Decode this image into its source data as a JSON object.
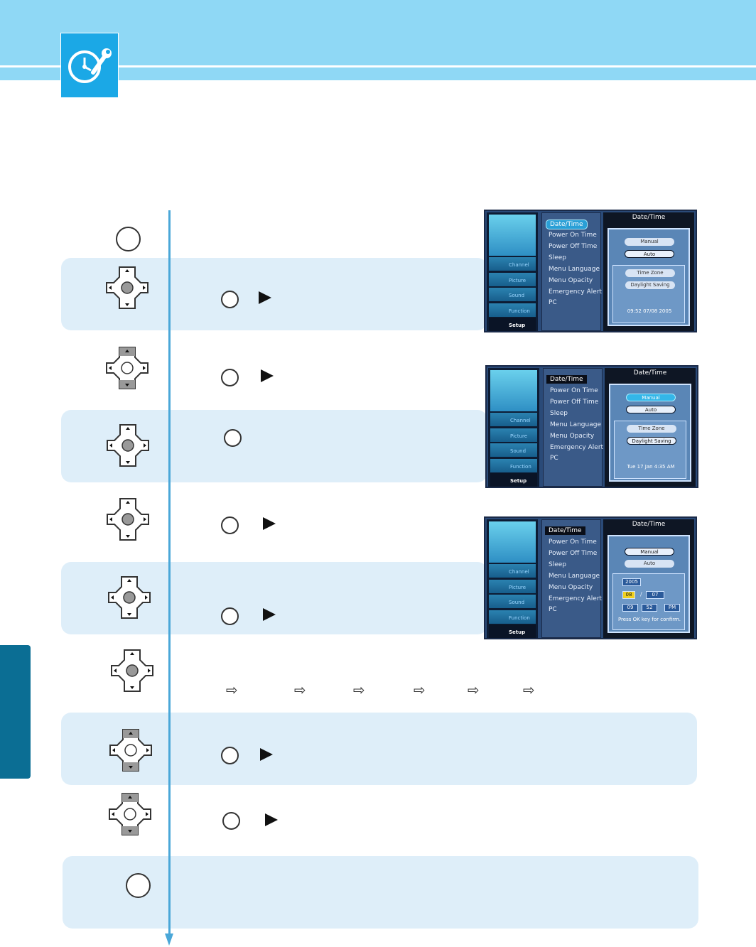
{
  "header": {
    "icon": "clock-wrench-icon",
    "accent": "#8fd8f5"
  },
  "steps": {
    "step_1": {
      "icon": "menu-button"
    },
    "step_2": {
      "icon": "dpad-ok-icon"
    },
    "step_3": {
      "icon": "dpad-updown-icon"
    },
    "step_4": {
      "icon": "dpad-ok-icon"
    },
    "step_5": {
      "icon": "dpad-ok-icon"
    },
    "step_6": {
      "icon": "dpad-ok-icon"
    },
    "step_7": {
      "icon": "dpad-updown-icon"
    },
    "step_8": {
      "icon": "dpad-updown-icon"
    },
    "step_9": {
      "icon": "menu-button"
    }
  },
  "osd": {
    "categories": [
      "Channel",
      "Picture",
      "Sound",
      "Function",
      "Setup"
    ],
    "menu_items": [
      "Date/Time",
      "Power On Time",
      "Power Off Time",
      "Sleep",
      "Menu Language",
      "Menu Opacity",
      "Emergency Alert",
      "PC"
    ],
    "panel_title": "Date/Time",
    "manual_label": "Manual",
    "auto_label": "Auto",
    "time_zone_label": "Time Zone",
    "daylight_label": "Daylight Saving",
    "screen1_status": "09:52   07/08   2005",
    "screen2_status": "Tue 17 Jan 4:35 AM",
    "screen3": {
      "year": "2005",
      "month": "08",
      "sep": "/",
      "day": "07",
      "hour": "09",
      "minute": "52",
      "ampm": "PM",
      "hint": "Press  OK  key for confirm."
    }
  }
}
